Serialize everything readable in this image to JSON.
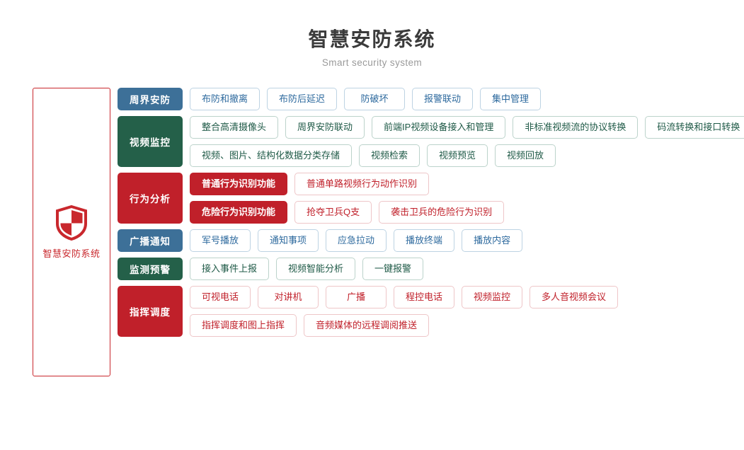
{
  "header": {
    "title": "智慧安防系统",
    "subtitle": "Smart security system"
  },
  "brand": {
    "icon": "shield-icon",
    "label": "智慧安防系统",
    "color": "#c9282d"
  },
  "colors": {
    "blue": "#3d7098",
    "green": "#246049",
    "red": "#c0202a",
    "title": "#3b3b3b",
    "subtitle": "#9a9a9a"
  },
  "rows": [
    {
      "label": "周界安防",
      "theme": "blue",
      "lines": [
        {
          "chips": [
            {
              "text": "布防和撤离",
              "style": "outline"
            },
            {
              "text": "布防后延迟",
              "style": "outline"
            },
            {
              "text": "防破坏",
              "style": "outline"
            },
            {
              "text": "报警联动",
              "style": "outline"
            },
            {
              "text": "集中管理",
              "style": "outline"
            }
          ]
        }
      ]
    },
    {
      "label": "视频监控",
      "theme": "green",
      "lines": [
        {
          "chips": [
            {
              "text": "整合高清摄像头",
              "style": "outline"
            },
            {
              "text": "周界安防联动",
              "style": "outline"
            },
            {
              "text": "前端IP视频设备接入和管理",
              "style": "outline"
            },
            {
              "text": "非标准视频流的协议转换",
              "style": "outline"
            },
            {
              "text": "码流转换和接口转换",
              "style": "outline"
            }
          ]
        },
        {
          "chips": [
            {
              "text": "视频、图片、结构化数据分类存储",
              "style": "outline"
            },
            {
              "text": "视频检索",
              "style": "outline"
            },
            {
              "text": "视频预览",
              "style": "outline"
            },
            {
              "text": "视频回放",
              "style": "outline"
            }
          ]
        }
      ]
    },
    {
      "label": "行为分析",
      "theme": "red",
      "lines": [
        {
          "chips": [
            {
              "text": "普通行为识别功能",
              "style": "filled"
            },
            {
              "text": "普通单路视频行为动作识别",
              "style": "outline"
            }
          ]
        },
        {
          "chips": [
            {
              "text": "危险行为识别功能",
              "style": "filled"
            },
            {
              "text": "抢夺卫兵Q支",
              "style": "outline"
            },
            {
              "text": "袭击卫兵的危险行为识别",
              "style": "outline"
            }
          ]
        }
      ]
    },
    {
      "label": "广播通知",
      "theme": "blue",
      "lines": [
        {
          "chips": [
            {
              "text": "军号播放",
              "style": "outline"
            },
            {
              "text": "通知事项",
              "style": "outline"
            },
            {
              "text": "应急拉动",
              "style": "outline"
            },
            {
              "text": "播放终端",
              "style": "outline"
            },
            {
              "text": "播放内容",
              "style": "outline"
            }
          ]
        }
      ]
    },
    {
      "label": "监测预警",
      "theme": "green",
      "lines": [
        {
          "chips": [
            {
              "text": "接入事件上报",
              "style": "outline"
            },
            {
              "text": "视频智能分析",
              "style": "outline"
            },
            {
              "text": "一键报警",
              "style": "outline"
            }
          ]
        }
      ]
    },
    {
      "label": "指挥调度",
      "theme": "red",
      "lines": [
        {
          "chips": [
            {
              "text": "可视电话",
              "style": "outline"
            },
            {
              "text": "对讲机",
              "style": "outline"
            },
            {
              "text": "广播",
              "style": "outline"
            },
            {
              "text": "程控电话",
              "style": "outline"
            },
            {
              "text": "视频监控",
              "style": "outline"
            },
            {
              "text": "多人音视频会议",
              "style": "outline"
            }
          ]
        },
        {
          "chips": [
            {
              "text": "指挥调度和图上指挥",
              "style": "outline"
            },
            {
              "text": "音频媒体的远程调阅推送",
              "style": "outline"
            }
          ]
        }
      ]
    }
  ]
}
